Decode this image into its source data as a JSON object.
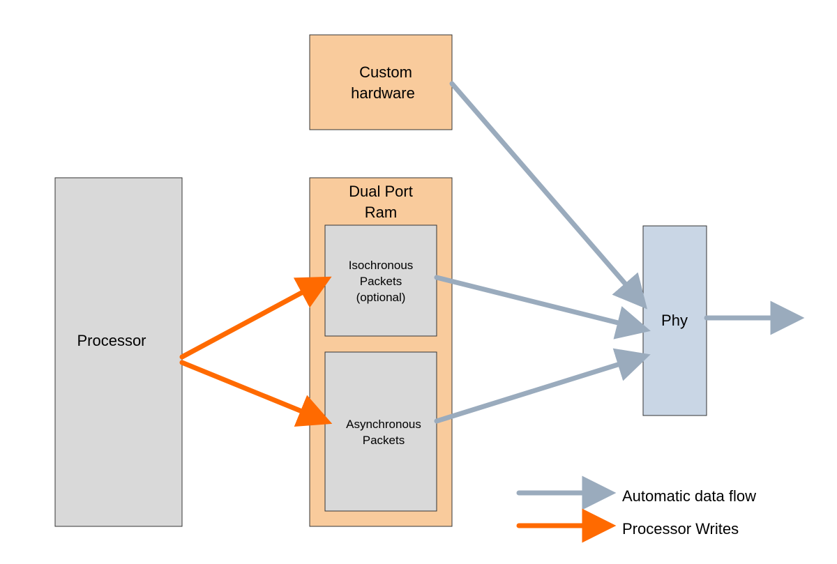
{
  "colors": {
    "processor_fill": "#d9d9d9",
    "block_fill": "#f9cb9c",
    "packet_fill": "#d9d9d9",
    "phy_fill": "#c9d6e5",
    "border": "#333333",
    "auto_flow_arrow": "#9aabbd",
    "processor_write_arrow": "#ff6a00"
  },
  "nodes": {
    "custom_hardware": {
      "lines": [
        "Custom",
        "hardware"
      ]
    },
    "dual_port_ram": {
      "lines": [
        "Dual Port",
        "Ram"
      ]
    },
    "isochronous_packets": {
      "lines": [
        "Isochronous",
        "Packets",
        "(optional)"
      ]
    },
    "asynchronous_packets": {
      "lines": [
        "Asynchronous",
        "Packets"
      ]
    },
    "processor": {
      "label": "Processor"
    },
    "phy": {
      "label": "Phy"
    }
  },
  "legend": {
    "items": [
      {
        "label": "Automatic data flow",
        "arrow": "auto"
      },
      {
        "label": "Processor Writes",
        "arrow": "write"
      }
    ]
  }
}
